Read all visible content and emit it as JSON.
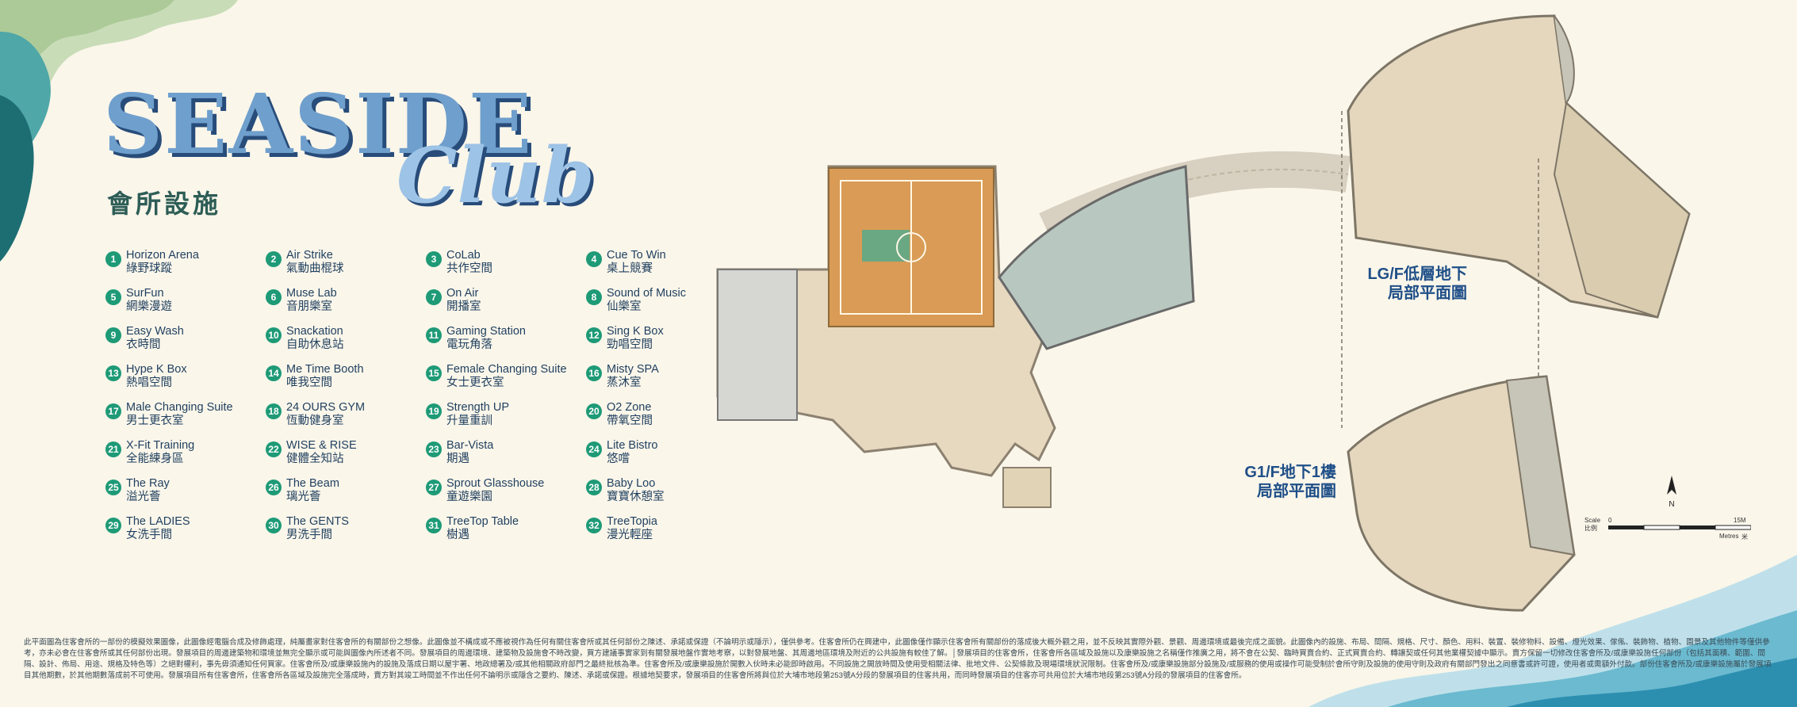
{
  "title": {
    "main": "SEASIDE",
    "script": "Club",
    "subtitle": "會所設施"
  },
  "facilities": [
    {
      "num": "1",
      "en": "Horizon Arena",
      "zh": "綠野球蹤"
    },
    {
      "num": "2",
      "en": "Air Strike",
      "zh": "氣動曲棍球"
    },
    {
      "num": "3",
      "en": "CoLab",
      "zh": "共作空間"
    },
    {
      "num": "4",
      "en": "Cue To Win",
      "zh": "桌上競賽"
    },
    {
      "num": "5",
      "en": "SurFun",
      "zh": "網樂漫遊"
    },
    {
      "num": "6",
      "en": "Muse Lab",
      "zh": "音朋樂室"
    },
    {
      "num": "7",
      "en": "On Air",
      "zh": "開播室"
    },
    {
      "num": "8",
      "en": "Sound of Music",
      "zh": "仙樂室"
    },
    {
      "num": "9",
      "en": "Easy Wash",
      "zh": "衣時間"
    },
    {
      "num": "10",
      "en": "Snackation",
      "zh": "自助休息站"
    },
    {
      "num": "11",
      "en": "Gaming Station",
      "zh": "電玩角落"
    },
    {
      "num": "12",
      "en": "Sing K Box",
      "zh": "勁唱空間"
    },
    {
      "num": "13",
      "en": "Hype K Box",
      "zh": "熱唱空間"
    },
    {
      "num": "14",
      "en": "Me Time Booth",
      "zh": "唯我空間"
    },
    {
      "num": "15",
      "en": "Female Changing Suite",
      "zh": "女士更衣室"
    },
    {
      "num": "16",
      "en": "Misty SPA",
      "zh": "蒸沐室"
    },
    {
      "num": "17",
      "en": "Male Changing Suite",
      "zh": "男士更衣室"
    },
    {
      "num": "18",
      "en": "24 OURS GYM",
      "zh": "恆動健身室"
    },
    {
      "num": "19",
      "en": "Strength UP",
      "zh": "升量重訓"
    },
    {
      "num": "20",
      "en": "O2 Zone",
      "zh": "帶氧空間"
    },
    {
      "num": "21",
      "en": "X-Fit Training",
      "zh": "全能練身區"
    },
    {
      "num": "22",
      "en": "WISE & RISE",
      "zh": "健體全知站"
    },
    {
      "num": "23",
      "en": "Bar-Vista",
      "zh": "期遇"
    },
    {
      "num": "24",
      "en": "Lite Bistro",
      "zh": "悠嚐"
    },
    {
      "num": "25",
      "en": "The Ray",
      "zh": "溢光薈"
    },
    {
      "num": "26",
      "en": "The Beam",
      "zh": "璃光薈"
    },
    {
      "num": "27",
      "en": "Sprout Glasshouse",
      "zh": "童遊樂園"
    },
    {
      "num": "28",
      "en": "Baby Loo",
      "zh": "寶寶休憩室"
    },
    {
      "num": "29",
      "en": "The LADIES",
      "zh": "女洗手間"
    },
    {
      "num": "30",
      "en": "The GENTS",
      "zh": "男洗手間"
    },
    {
      "num": "31",
      "en": "TreeTop Table",
      "zh": "樹遇"
    },
    {
      "num": "32",
      "en": "TreeTopia",
      "zh": "漫光輕座"
    }
  ],
  "plans": {
    "lg": {
      "line1": "LG/F低層地下",
      "line2": "局部平面圖"
    },
    "g1": {
      "line1": "G1/F地下1樓",
      "line2": "局部平面圖"
    }
  },
  "compass": {
    "label": "N"
  },
  "scale": {
    "scale_en": "Scale",
    "scale_zh": "比例",
    "zero": "0",
    "max": "15M",
    "unit_en": "Metres",
    "unit_zh": "米"
  },
  "disclaimer": "此平面圖為住客會所的一部份的模擬效果圖像，此圖像經電腦合成及修飾處理，純屬畫家對住客會所的有關部份之想像。此圖像並不構成或不應被視作為任何有關住客會所或其任何部份之陳述、承諾或保證（不論明示或隱示），僅供參考。住客會所仍在興建中，此圖像僅作顯示住客會所有關部份的落成後大概外觀之用，並不反映其實際外觀、景觀、周邊環境或最後完成之面貌。此圖像內的設施、布局、間隔、規格、尺寸、顏色、用料、裝置、裝修物料、設備、燈光效果、傢俬、裝飾物、植物、園景及其他物件等僅供參考，亦未必會在住客會所或其任何部份出現。發展項目的周邊建築物和環境並無完全顯示或可能與圖像內所述者不同。發展項目的周邊環境、建築物及設施會不時改變，買方建議事實家到有關發展地盤作實地考察，以對發展地盤、其周邊地區環境及附近的公共設施有較佳了解。│發展項目的住客會所，住客會所各區域及設施以及康樂設施之名稱僅作推廣之用，將不會在公契、臨時買賣合約、正式買賣合約、轉讓契或任何其他業權契據中顯示。賣方保留一切修改住客會所及/或康樂設施任何部份（包括其面積、範圍、間隔、設計、佈局、用途、規格及特色等）之絕對權利，事先毋須通知任何買家。住客會所及/或康樂設施內的設施及落成日期以屋宇署、地政總署及/或其他相關政府部門之最終批核為準。住客會所及/或康樂設施於開數入伙時未必能即時啟用。不同設施之開放時間及使用受相關法律、批地文件、公契條款及現場環境狀況限制。住客會所及/或康樂設施部分設施及/或服務的使用或操作可能受制於會所守則及設施的使用守則及政府有關部門發出之同意書或許可證，使用者或需額外付款。部份住客會所及/或康樂設施屬於發展項目其他期數，於其他期數落成前不可使用。發展項目所有住客會所，住客會所各區域及設施完全落成時，賣方對其竣工時間並不作出任何不論明示或隱含之要約、陳述、承諾或保證。根據地契要求，發展項目的住客會所將與位於大埔市地段第253號A分段的發展項目的住客共用，而同時發展項目的住客亦可共用位於大埔市地段第253號A分段的發展項目的住客會所。",
  "colors": {
    "accent": "#1e9a77",
    "title": "#6f9fcc",
    "title_shadow": "#284c7a",
    "plan_label": "#1f4f88",
    "background": "#faf6ea"
  }
}
